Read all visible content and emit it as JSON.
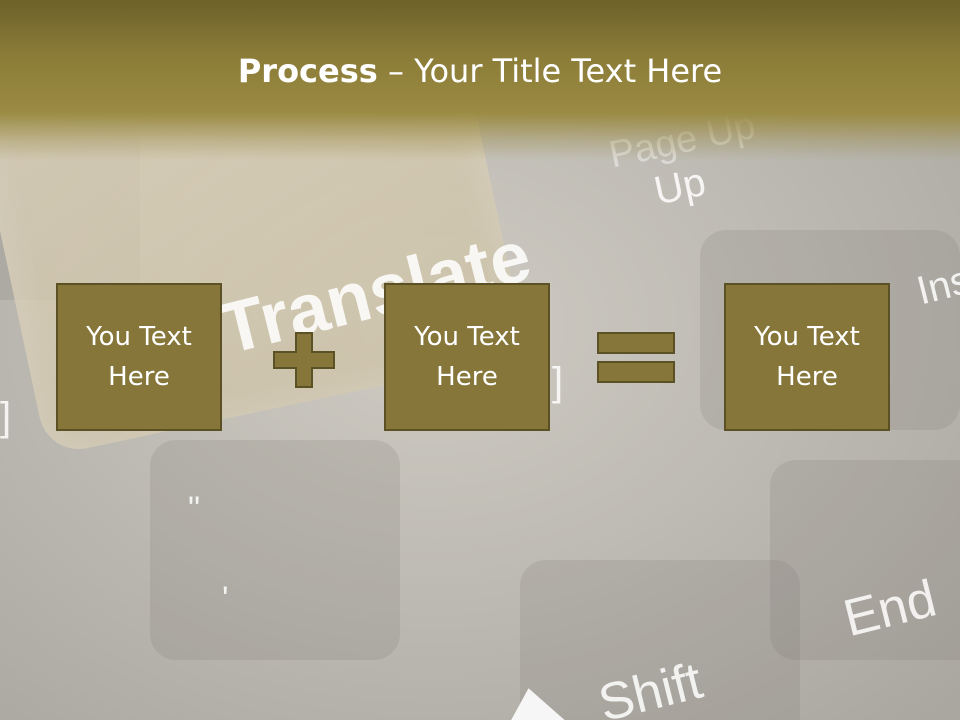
{
  "background": {
    "keyboard_words": [
      "Translate",
      "Page Up",
      "Up",
      "Ins",
      "End",
      "Shift"
    ],
    "colors": {
      "bar_top": "#6e6129",
      "bar_bottom": "#9a8a42",
      "box_fill": "#86763a",
      "box_border": "#5c5025"
    }
  },
  "title": {
    "bold": "Process",
    "rest": " – Your Title Text Here"
  },
  "process": {
    "boxes": [
      {
        "text": "You Text Here"
      },
      {
        "text": "You Text Here"
      },
      {
        "text": "You Text Here"
      }
    ],
    "operators": [
      "plus-icon",
      "equals-icon"
    ]
  }
}
